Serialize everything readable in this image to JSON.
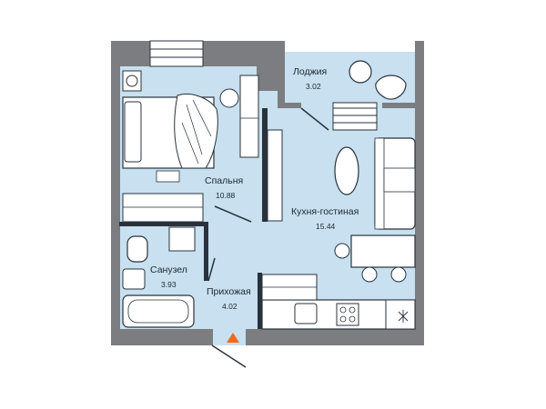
{
  "rooms": [
    {
      "key": "loggia",
      "name": "Лоджия",
      "area": "3.02"
    },
    {
      "key": "bedroom",
      "name": "Спальня",
      "area": "10.88"
    },
    {
      "key": "kitchen",
      "name": "Кухня-гостиная",
      "area": "15.44"
    },
    {
      "key": "bathroom",
      "name": "Санузел",
      "area": "3.93"
    },
    {
      "key": "hallway",
      "name": "Прихожая",
      "area": "4.02"
    }
  ],
  "colors": {
    "floor": "#c8e0ef",
    "wall": "#7b7d80",
    "furniture": "#ffffff",
    "outline": "#29323c",
    "accent": "#ef6a1e"
  },
  "icons": {
    "entrance": "entrance-arrow-icon",
    "ac": "air-conditioner-icon"
  }
}
